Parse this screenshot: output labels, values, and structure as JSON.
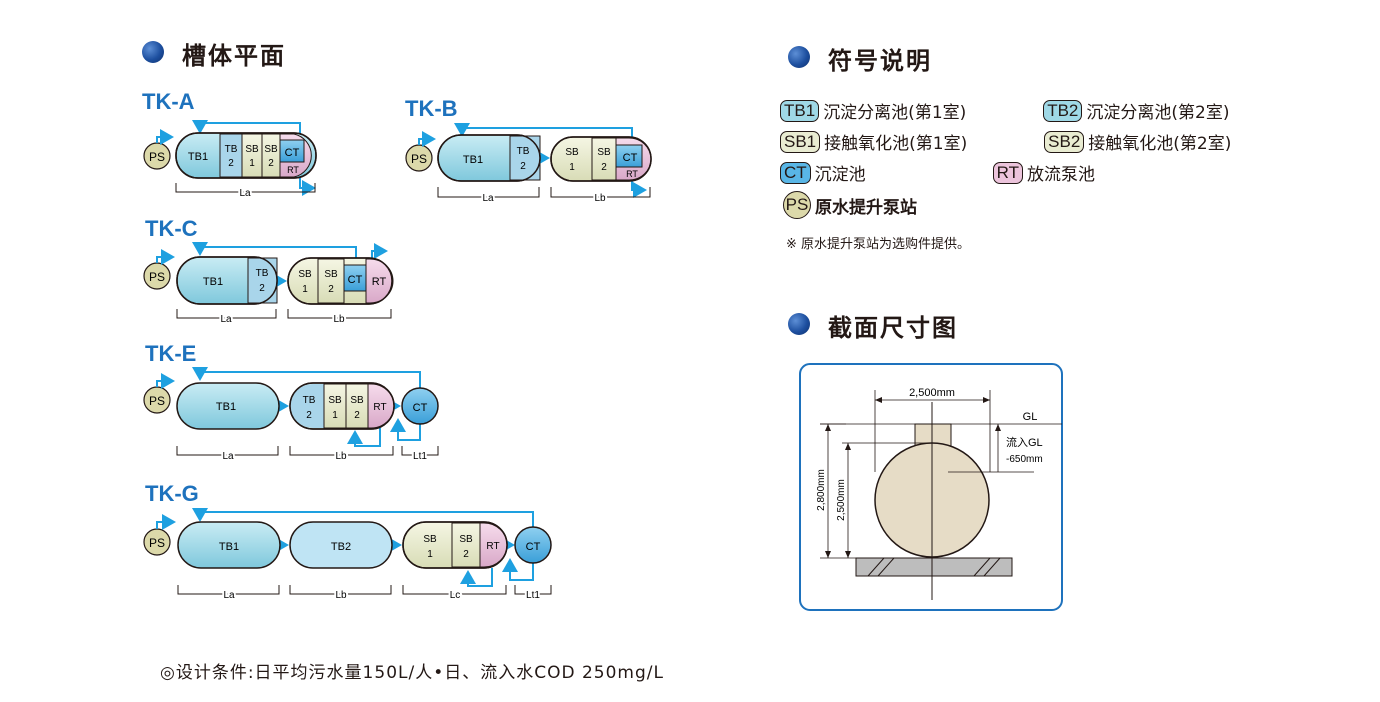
{
  "sections": {
    "plan_title": "槽体平面",
    "legend_title": "符号说明",
    "section_title": "截面尺寸图"
  },
  "models": {
    "tka": "TK-A",
    "tkb": "TK-B",
    "tkc": "TK-C",
    "tke": "TK-E",
    "tkg": "TK-G"
  },
  "labels": {
    "ps": "PS",
    "tb1": "TB1",
    "tb2": "TB2",
    "tb": "TB",
    "two": "2",
    "one": "1",
    "sb": "SB",
    "ct": "CT",
    "rt": "RT",
    "la": "La",
    "lb": "Lb",
    "lc": "Lc",
    "lt1": "Lt1"
  },
  "legend": [
    {
      "code": "TB1",
      "text": "沉淀分离池(第1室)",
      "color": "#9fd8e6"
    },
    {
      "code": "TB2",
      "text": "沉淀分离池(第2室)",
      "color": "#9fd8e6"
    },
    {
      "code": "SB1",
      "text": "接触氧化池(第1室)",
      "color": "#e9ecd2"
    },
    {
      "code": "SB2",
      "text": "接触氧化池(第2室)",
      "color": "#e9ecd2"
    },
    {
      "code": "CT",
      "text": "沉淀池",
      "color": "#59b6e6"
    },
    {
      "code": "RT",
      "text": "放流泵池",
      "color": "#ecc4dc"
    },
    {
      "code": "PS",
      "text": "原水提升泵站",
      "color": "#dcd9aa"
    }
  ],
  "note": "※ 原水提升泵站为选购件提供。",
  "dimensions": {
    "width": "2,500mm",
    "gl": "GL",
    "inflow_1": "流入GL",
    "inflow_2": "-650mm",
    "h1": "2,800mm",
    "h2": "2,500mm"
  },
  "design_condition": "◎设计条件:日平均污水量150L/人•日、流入水COD 250mg/L",
  "colors": {
    "tb": "#9fd8e6",
    "sb": "#e9ecd2",
    "ct": "#59b6e6",
    "rt": "#ecc4dc",
    "ps": "#dcd9aa",
    "pipe": "#1ea0e0",
    "accent": "#1e72bd"
  }
}
